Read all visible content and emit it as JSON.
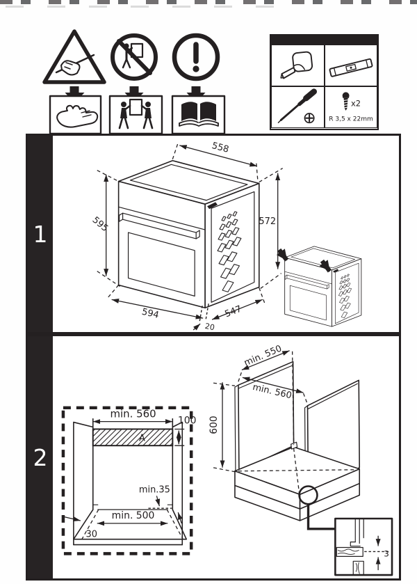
{
  "tools": {
    "screw_qty": "x2",
    "screw_spec": "R 3,5 x 22mm"
  },
  "step1": {
    "number": "1",
    "dims": {
      "w_top": "558",
      "h_right": "572",
      "h_left": "595",
      "w_front": "594",
      "d_side": "547",
      "protrusion": "20"
    }
  },
  "step2": {
    "number": "2",
    "cutout": {
      "width": "min. 560",
      "top_height": "100",
      "strip": "A",
      "rear": "min.35",
      "bottom_width": "min. 500",
      "side": "30"
    },
    "cabinet": {
      "depth": "min. 550",
      "width": "min. 560",
      "height": "600"
    },
    "detail_gap": "3"
  }
}
